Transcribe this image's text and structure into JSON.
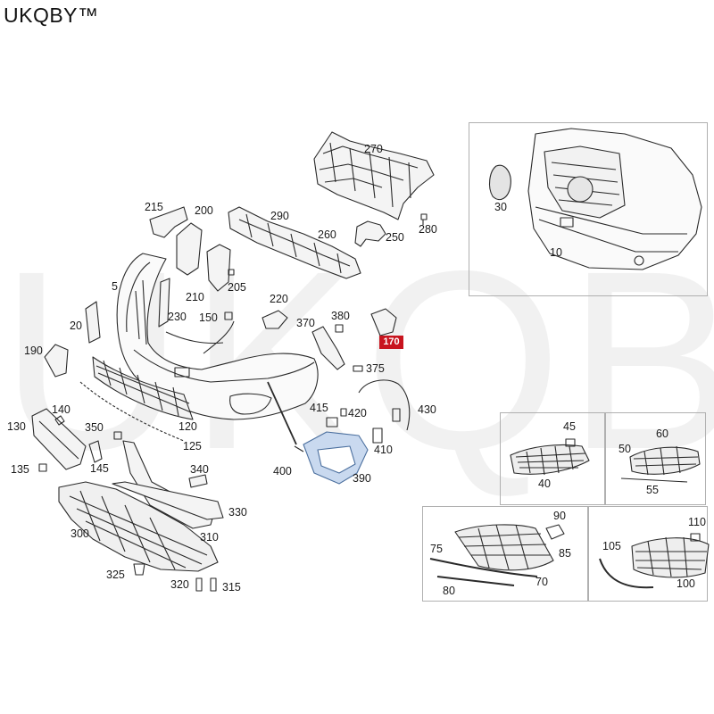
{
  "brand": "UKQBY™",
  "watermark": "UKQBY™",
  "highlight_color": "#c8141e",
  "highlighted_part": "170",
  "callouts": {
    "c5": "5",
    "c10": "10",
    "c20": "20",
    "c30": "30",
    "c40": "40",
    "c45": "45",
    "c50": "50",
    "c55": "55",
    "c60": "60",
    "c70": "70",
    "c75": "75",
    "c80": "80",
    "c85": "85",
    "c90": "90",
    "c100": "100",
    "c105": "105",
    "c110": "110",
    "c120": "120",
    "c125": "125",
    "c130": "130",
    "c135": "135",
    "c140": "140",
    "c145": "145",
    "c150": "150",
    "c190": "190",
    "c200": "200",
    "c205": "205",
    "c210": "210",
    "c215": "215",
    "c220": "220",
    "c230": "230",
    "c250": "250",
    "c260": "260",
    "c270": "270",
    "c280": "280",
    "c290": "290",
    "c300": "300",
    "c310": "310",
    "c315": "315",
    "c320": "320",
    "c325": "325",
    "c330": "330",
    "c340": "340",
    "c350": "350",
    "c370": "370",
    "c375": "375",
    "c380": "380",
    "c390": "390",
    "c400": "400",
    "c410": "410",
    "c415": "415",
    "c420": "420",
    "c430": "430"
  }
}
